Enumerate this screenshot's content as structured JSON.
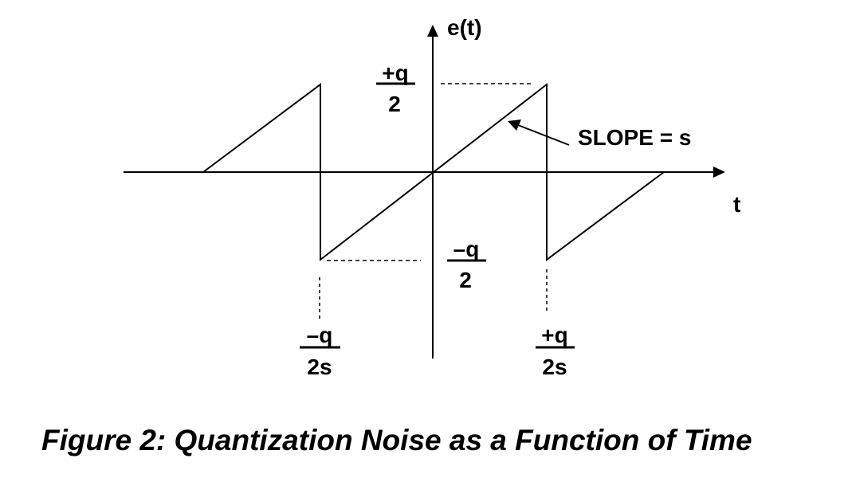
{
  "axes": {
    "y_label": "e(t)",
    "x_label": "t"
  },
  "labels": {
    "pos_amplitude": {
      "numerator": "+q",
      "denominator": "2"
    },
    "neg_amplitude": {
      "numerator": "–q",
      "denominator": "2"
    },
    "neg_time": {
      "numerator": "–q",
      "denominator": "2s"
    },
    "pos_time": {
      "numerator": "+q",
      "denominator": "2s"
    },
    "slope": "SLOPE = s"
  },
  "caption": "Figure 2: Quantization Noise as a Function of Time",
  "colors": {
    "stroke": "#000000",
    "background": "#ffffff"
  }
}
